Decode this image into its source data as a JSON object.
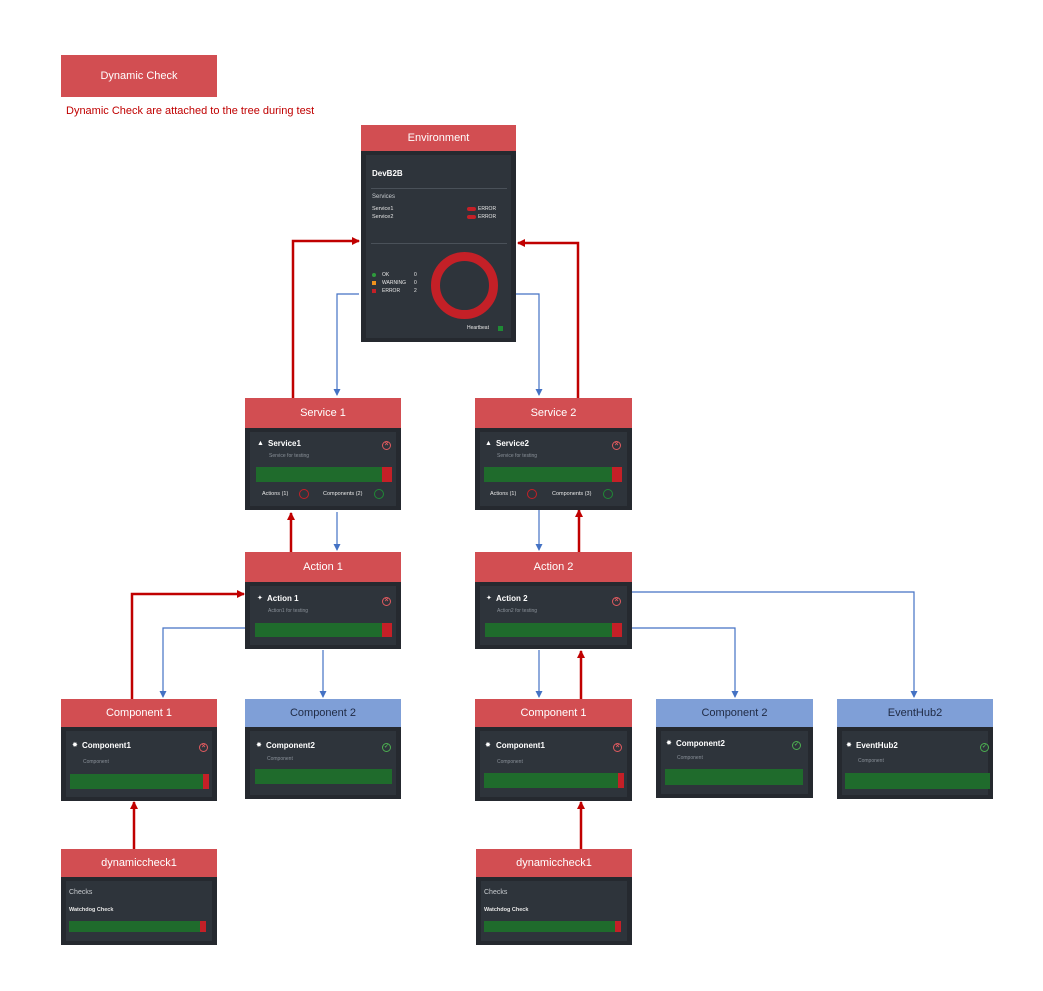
{
  "legend": {
    "button_label": "Dynamic Check",
    "note": "Dynamic Check are attached to the tree during test"
  },
  "environment": {
    "header": "Environment",
    "name": "DevB2B",
    "services_label": "Services",
    "services": [
      {
        "name": "Service1",
        "status": "ERROR"
      },
      {
        "name": "Service2",
        "status": "ERROR"
      }
    ],
    "stats": [
      {
        "label": "OK",
        "count": "0",
        "color": "#2e9b3c"
      },
      {
        "label": "WARNING",
        "count": "0",
        "color": "#f0931e"
      },
      {
        "label": "ERROR",
        "count": "2",
        "color": "#c42027"
      }
    ],
    "heartbeat_label": "Heartbeat"
  },
  "services": [
    {
      "header": "Service 1",
      "title": "Service1",
      "desc": "Service for testing",
      "actions": "Actions (1)",
      "components": "Components (2)"
    },
    {
      "header": "Service 2",
      "title": "Service2",
      "desc": "Service for testing",
      "actions": "Actions (1)",
      "components": "Components (3)"
    }
  ],
  "actions": [
    {
      "header": "Action 1",
      "title": "Action 1",
      "desc": "Action1 for testing"
    },
    {
      "header": "Action 2",
      "title": "Action 2",
      "desc": "Action2 for testing"
    }
  ],
  "components": [
    {
      "header": "Component 1",
      "title": "Component1",
      "desc": "Component",
      "status": "error"
    },
    {
      "header": "Component 2",
      "title": "Component2",
      "desc": "Component",
      "status": "ok"
    },
    {
      "header": "Component 1",
      "title": "Component1",
      "desc": "Component",
      "status": "error"
    },
    {
      "header": "Component 2",
      "title": "Component2",
      "desc": "Component",
      "status": "ok"
    },
    {
      "header": "EventHub2",
      "title": "EventHub2",
      "desc": "Component",
      "status": "ok"
    }
  ],
  "checks": [
    {
      "header": "dynamiccheck1",
      "label": "Checks",
      "check_name": "Watchdog Check"
    },
    {
      "header": "dynamiccheck1",
      "label": "Checks",
      "check_name": "Watchdog Check"
    }
  ],
  "colors": {
    "header_red": "#d24e52",
    "header_blue": "#7f9fd7",
    "card_bg": "#2e343b",
    "ok_green": "#1f6b2c",
    "error_red": "#c42027",
    "arrow_red": "#c00000",
    "arrow_blue": "#4472c4"
  }
}
